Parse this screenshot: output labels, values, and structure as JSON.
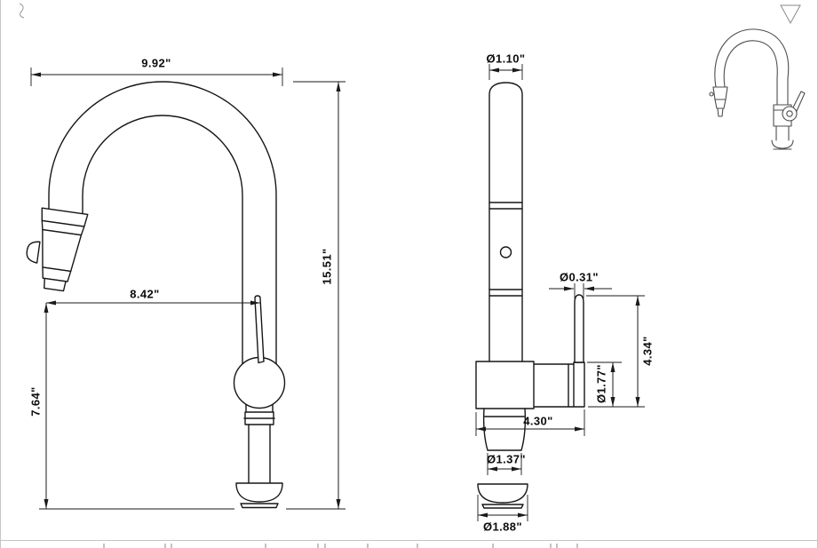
{
  "drawing": {
    "background_color": "#ffffff",
    "line_color": "#161616"
  },
  "side_view": {
    "dims": {
      "overall_width": "9.92\"",
      "overall_height": "15.51\"",
      "spout_reach": "8.42\"",
      "spout_clearance": "7.64\""
    }
  },
  "front_view": {
    "dims": {
      "spout_diameter": "Ø1.10\"",
      "handle_rod_diameter": "Ø0.31\"",
      "handle_height": "4.34\"",
      "body_diameter": "Ø1.77\"",
      "body_length": "4.30\"",
      "base_diameter": "Ø1.37\"",
      "flange_diameter": "Ø1.88\""
    }
  }
}
